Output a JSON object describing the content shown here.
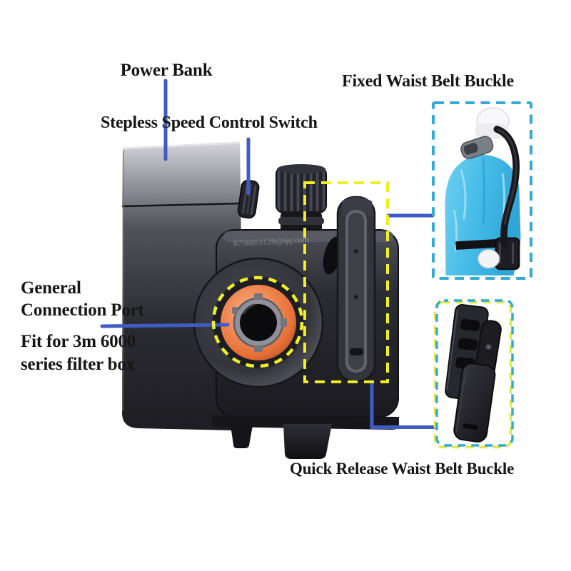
{
  "image_type": "annotated product diagram",
  "labels": {
    "power_bank": "Power Bank",
    "speed_switch": "Stepless Speed Control Switch",
    "fixed_buckle": "Fixed Waist Belt Buckle",
    "connection_port": "General\nConnection Port",
    "filter_fit": "Fit for 3m 6000\nseries filter box",
    "quick_release": "Quick Release Waist Belt Buckle"
  },
  "device": {
    "watermark": "8756051129@qq.com"
  },
  "colors": {
    "pointer_line_blue": "#3e5cc3",
    "highlight_dash_yellow": "#eef021",
    "photo_frame_dash_cyan": "#36a9d3",
    "connection_port_orange": "#ed7c46",
    "protective_suit_cyan": "#46bce8",
    "label_text": "#161616",
    "background": "#ffffff"
  }
}
